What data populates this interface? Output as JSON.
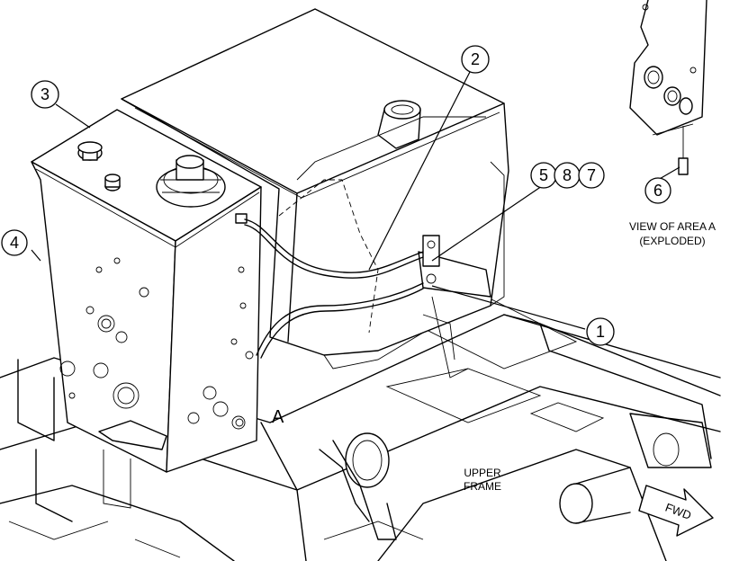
{
  "callouts": {
    "c1": "1",
    "c2": "2",
    "c3": "3",
    "c4": "4",
    "c5": "5",
    "c6": "6",
    "c7": "7",
    "c8": "8"
  },
  "labels": {
    "area_marker": "A",
    "view_title_line1": "VIEW OF AREA A",
    "view_title_line2": "(EXPLODED)",
    "upper_frame_line1": "UPPER",
    "upper_frame_line2": "FRAME",
    "fwd": "FWD"
  }
}
